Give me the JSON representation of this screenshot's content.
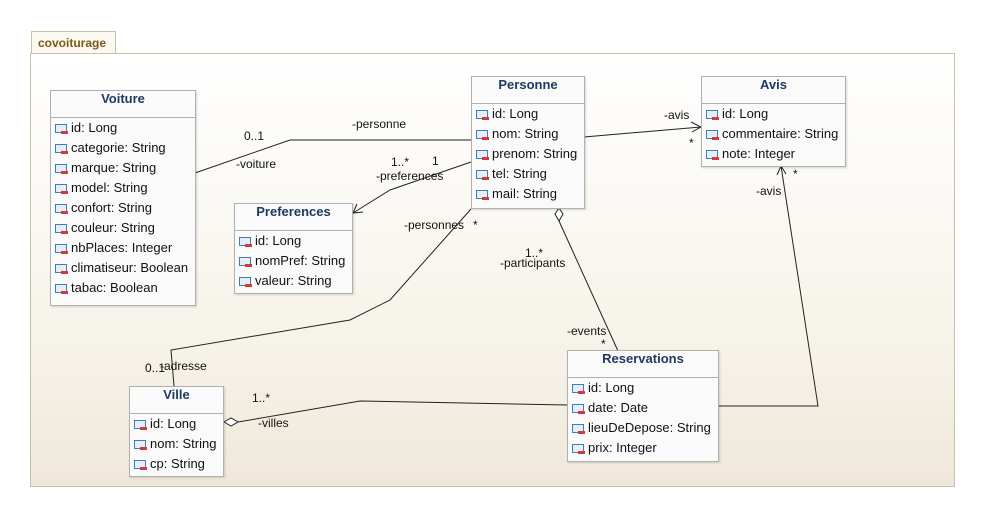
{
  "package": {
    "name": "covoiturage"
  },
  "classes": {
    "voiture": {
      "name": "Voiture",
      "attributes": [
        "id: Long",
        "categorie: String",
        "marque: String",
        "model: String",
        "confort: String",
        "couleur: String",
        "nbPlaces: Integer",
        "climatiseur: Boolean",
        "tabac: Boolean"
      ]
    },
    "personne": {
      "name": "Personne",
      "attributes": [
        "id: Long",
        "nom: String",
        "prenom: String",
        "tel: String",
        "mail: String"
      ]
    },
    "avis": {
      "name": "Avis",
      "attributes": [
        "id: Long",
        "commentaire: String",
        "note: Integer"
      ]
    },
    "preferences": {
      "name": "Preferences",
      "attributes": [
        "id: Long",
        "nomPref: String",
        "valeur: String"
      ]
    },
    "reservations": {
      "name": "Reservations",
      "attributes": [
        "id: Long",
        "date: Date",
        "lieuDeDepose: String",
        "prix: Integer"
      ]
    },
    "ville": {
      "name": "Ville",
      "attributes": [
        "id: Long",
        "nom: String",
        "cp: String"
      ]
    }
  },
  "associations": {
    "personne_voiture": {
      "role_personne": "-personne",
      "mult_personne": "0..1",
      "role_voiture": "-voiture"
    },
    "personne_preferences": {
      "mult_personne": "1",
      "mult_preferences": "1..*",
      "role_preferences": "-preferences"
    },
    "personne_avis": {
      "role_avis": "-avis",
      "mult_avis": "*"
    },
    "personne_ville": {
      "role_personnes": "-personnes",
      "mult_personnes": "*",
      "mult_adresse": "0..1",
      "role_adresse": "-adresse"
    },
    "personne_reservations": {
      "mult_participants": "1..*",
      "role_participants": "-participants",
      "role_events": "-events",
      "mult_events": "*"
    },
    "reservations_avis": {
      "role_avis": "-avis",
      "mult_avis": "*"
    },
    "ville_reservations": {
      "mult_villes": "1..*",
      "role_villes": "-villes"
    }
  }
}
